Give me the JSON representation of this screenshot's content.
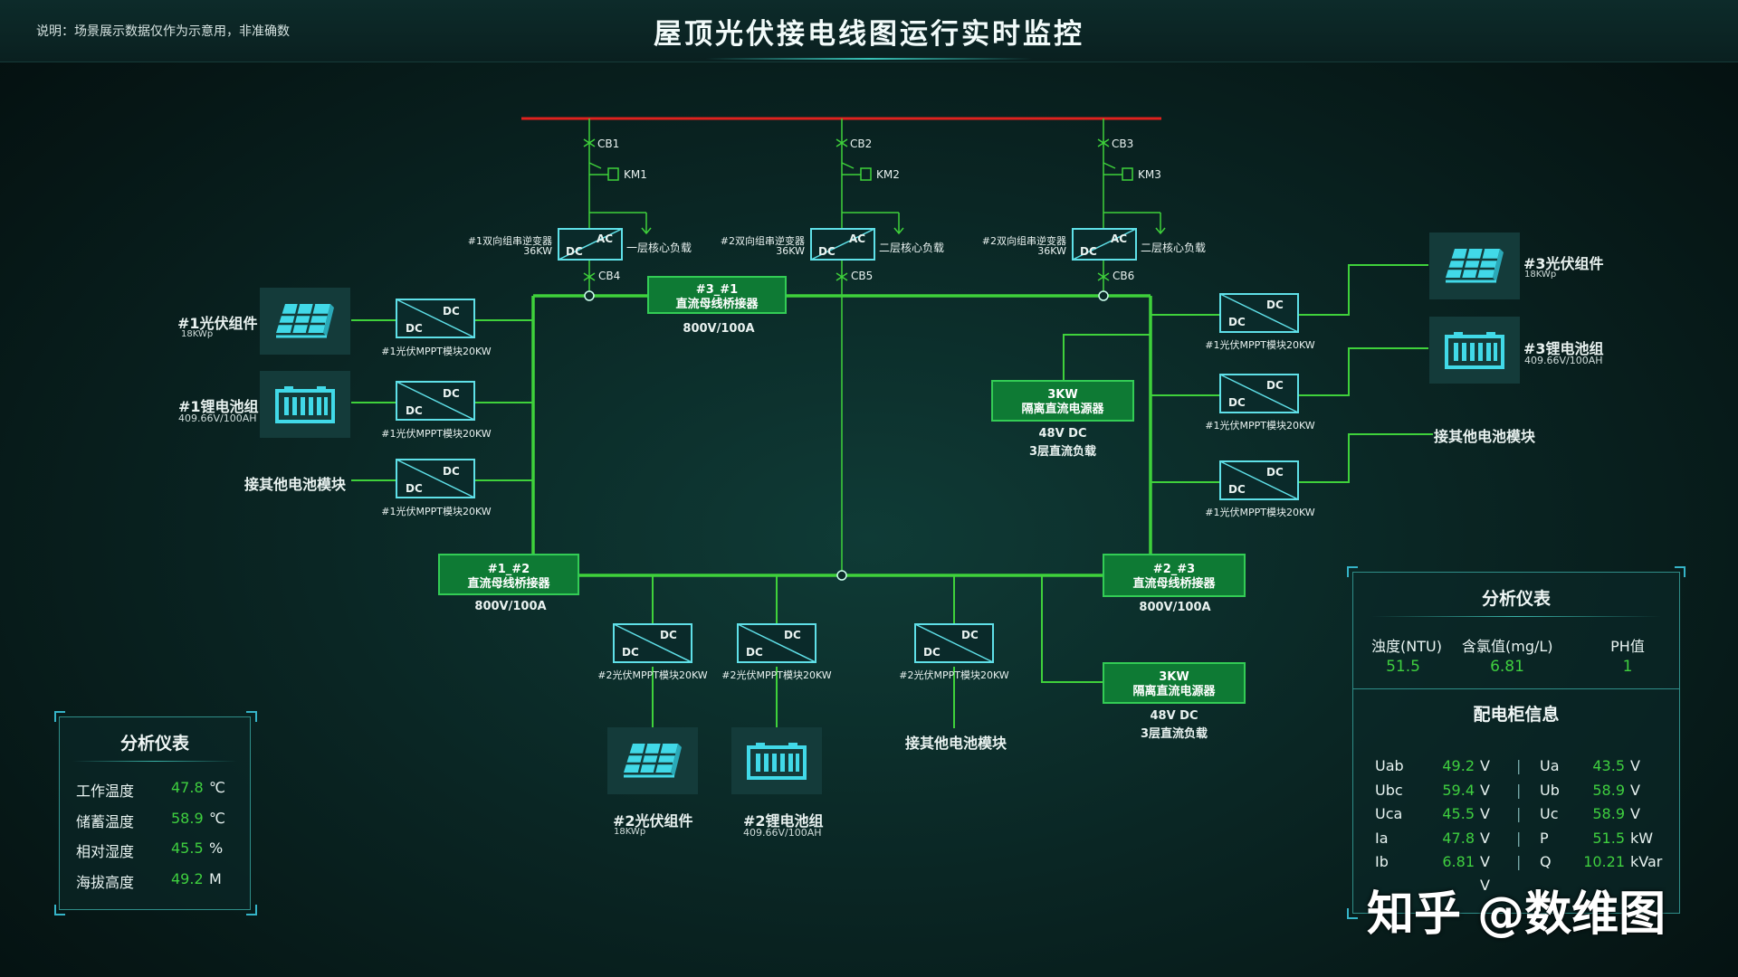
{
  "header": {
    "note": "说明：场景展示数据仅作为示意用，非准确数",
    "title": "屋顶光伏接电线图运行实时监控"
  },
  "colors": {
    "ac_bus": "#e0221e",
    "dc_bus": "#3fd13b",
    "panel_border": "#2f8d88",
    "value": "#3fcf3f"
  },
  "breakers": {
    "cb1": "CB1",
    "cb2": "CB2",
    "cb3": "CB3",
    "km1": "KM1",
    "km2": "KM2",
    "km3": "KM3",
    "cb4": "CB4",
    "cb5": "CB5",
    "cb6": "CB6"
  },
  "inverters": [
    {
      "name": "#1双向组串逆变器",
      "rating": "36KW",
      "load": "一层核心负载"
    },
    {
      "name": "#2双向组串逆变器",
      "rating": "36KW",
      "load": "二层核心负载"
    },
    {
      "name": "#2双向组串逆变器",
      "rating": "36KW",
      "load": "二层核心负载"
    }
  ],
  "converter": {
    "dc": "DC",
    "ac": "AC"
  },
  "bridges": {
    "b31": {
      "line1": "#3_#1",
      "line2": "直流母线桥接器",
      "rating": "800V/100A"
    },
    "b12": {
      "line1": "#1_#2",
      "line2": "直流母线桥接器",
      "rating": "800V/100A"
    },
    "b23": {
      "line1": "#2_#3",
      "line2": "直流母线桥接器",
      "rating": "800V/100A"
    }
  },
  "psu": {
    "upper": {
      "line1": "3KW",
      "line2": "隔离直流电源器",
      "out1": "48V DC",
      "out2": "3层直流负载"
    },
    "lower": {
      "line1": "3KW",
      "line2": "隔离直流电源器",
      "out1": "48V DC",
      "out2": "3层直流负载"
    }
  },
  "mppt": {
    "left": "#1光伏MPPT模块20KW",
    "right": "#1光伏MPPT模块20KW",
    "bottom": "#2光伏MPPT模块20KW"
  },
  "devices": {
    "pv1": {
      "name": "#1光伏组件",
      "spec": "18KWp"
    },
    "bat1": {
      "name": "#1锂电池组",
      "spec": "409.66V/100AH"
    },
    "other1": "接其他电池模块",
    "pv2": {
      "name": "#2光伏组件",
      "spec": "18KWp"
    },
    "bat2": {
      "name": "#2锂电池组",
      "spec": "409.66V/100AH"
    },
    "other2": "接其他电池模块",
    "pv3": {
      "name": "#3光伏组件",
      "spec": "18KWp"
    },
    "bat3": {
      "name": "#3锂电池组",
      "spec": "409.66V/100AH"
    },
    "other3": "接其他电池模块"
  },
  "left_panel": {
    "title": "分析仪表",
    "rows": [
      {
        "label": "工作温度",
        "value": "47.8",
        "unit": "℃"
      },
      {
        "label": "储蓄温度",
        "value": "58.9",
        "unit": "℃"
      },
      {
        "label": "相对湿度",
        "value": "45.5",
        "unit": "%"
      },
      {
        "label": "海拔高度",
        "value": "49.2",
        "unit": "M"
      }
    ]
  },
  "right_panel": {
    "title": "分析仪表",
    "metrics": [
      {
        "label": "浊度(NTU)",
        "value": "51.5"
      },
      {
        "label": "含氯值(mg/L)",
        "value": "6.81"
      },
      {
        "label": "PH值",
        "value": "1"
      }
    ],
    "cabinet_title": "配电柜信息",
    "left_rows": [
      {
        "label": "Uab",
        "value": "49.2",
        "unit": "V"
      },
      {
        "label": "Ubc",
        "value": "59.4",
        "unit": "V"
      },
      {
        "label": "Uca",
        "value": "45.5",
        "unit": "V"
      },
      {
        "label": "Ia",
        "value": "47.8",
        "unit": "V"
      },
      {
        "label": "Ib",
        "value": "6.81",
        "unit": "V"
      },
      {
        "label": "",
        "value": "",
        "unit": "V"
      }
    ],
    "right_rows": [
      {
        "label": "Ua",
        "value": "43.5",
        "unit": "V"
      },
      {
        "label": "Ub",
        "value": "58.9",
        "unit": "V"
      },
      {
        "label": "Uc",
        "value": "58.9",
        "unit": "V"
      },
      {
        "label": "P",
        "value": "51.5",
        "unit": "kW"
      },
      {
        "label": "Q",
        "value": "10.21",
        "unit": "kVar"
      }
    ],
    "separator": "|"
  },
  "watermark": "知乎 @数维图"
}
